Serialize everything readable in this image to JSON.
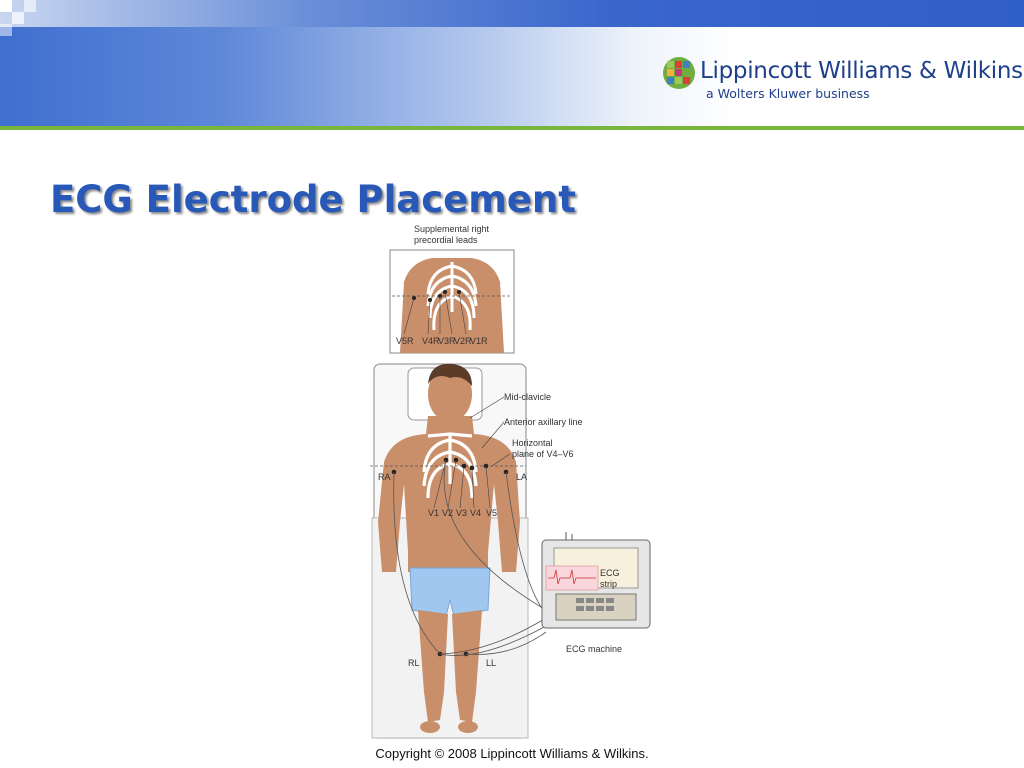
{
  "header": {
    "logo_name": "Lippincott Williams & Wilkins",
    "logo_sub": "a Wolters Kluwer business"
  },
  "slide": {
    "title": "ECG Electrode Placement"
  },
  "figure": {
    "inset_caption": [
      "Supplemental right",
      "precordial leads"
    ],
    "inset_leads": [
      "V5R",
      "V4R",
      "V3R",
      "V2R",
      "V1R"
    ],
    "annotations": {
      "mid_clavicle": "Mid-clavicle",
      "anterior_axillary": "Anterior axillary line",
      "horizontal_plane": [
        "Horizontal",
        "plane of V4–V6"
      ],
      "ra": "RA",
      "la": "LA",
      "rl": "RL",
      "ll": "LL",
      "chest_leads": [
        "V1",
        "V2",
        "V3",
        "V4",
        "V5"
      ],
      "ecg_strip": [
        "ECG",
        "strip"
      ],
      "ecg_machine": "ECG machine"
    }
  },
  "footer": {
    "copyright": "Copyright © 2008 Lippincott Williams & Wilkins."
  },
  "colors": {
    "title": "#2858b8",
    "banner_blue": "#3a66cc",
    "accent_green": "#78b53c",
    "skin": "#c98e6a"
  }
}
